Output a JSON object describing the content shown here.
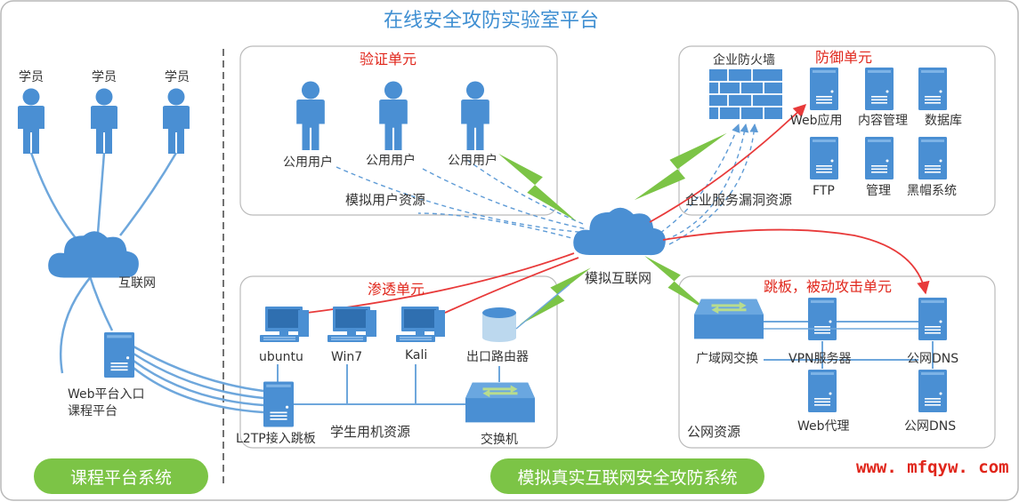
{
  "title": "在线安全攻防实验室平台",
  "left": {
    "students": [
      "学员",
      "学员",
      "学员"
    ],
    "internet": "互联网",
    "entry_line1": "Web平台入口",
    "entry_line2": "课程平台"
  },
  "verify": {
    "title": "验证单元",
    "users": [
      "公用用户",
      "公用用户",
      "公用用户"
    ],
    "resource": "模拟用户资源"
  },
  "defense": {
    "firewall": "企业防火墙",
    "title": "防御单元",
    "servers": [
      "Web应用",
      "内容管理",
      "数据库",
      "FTP",
      "管理",
      "黑帽系统"
    ],
    "resource": "企业服务漏洞资源"
  },
  "center_cloud": "模拟互联网",
  "pentest": {
    "title": "渗透单元",
    "hosts": [
      "ubuntu",
      "Win7",
      "Kali"
    ],
    "router": "出口路由器",
    "jump": "L2TP接入跳板",
    "resource": "学生用机资源",
    "switch": "交换机"
  },
  "public": {
    "title": "跳板，被动攻击单元",
    "wan_switch": "广域网交换",
    "vpn": "VPN服务器",
    "dns1": "公网DNS",
    "proxy": "Web代理",
    "dns2": "公网DNS",
    "resource": "公网资源"
  },
  "buttons": {
    "course": "课程平台系统",
    "simulation": "模拟真实互联网安全攻防系统"
  },
  "watermark": "www. mfqyw. com",
  "colors": {
    "icon_blue": "#4a8fd3",
    "bolt_green": "#7cc446",
    "attack_red": "#e83a3a",
    "title_blue": "#3f8fd2"
  }
}
